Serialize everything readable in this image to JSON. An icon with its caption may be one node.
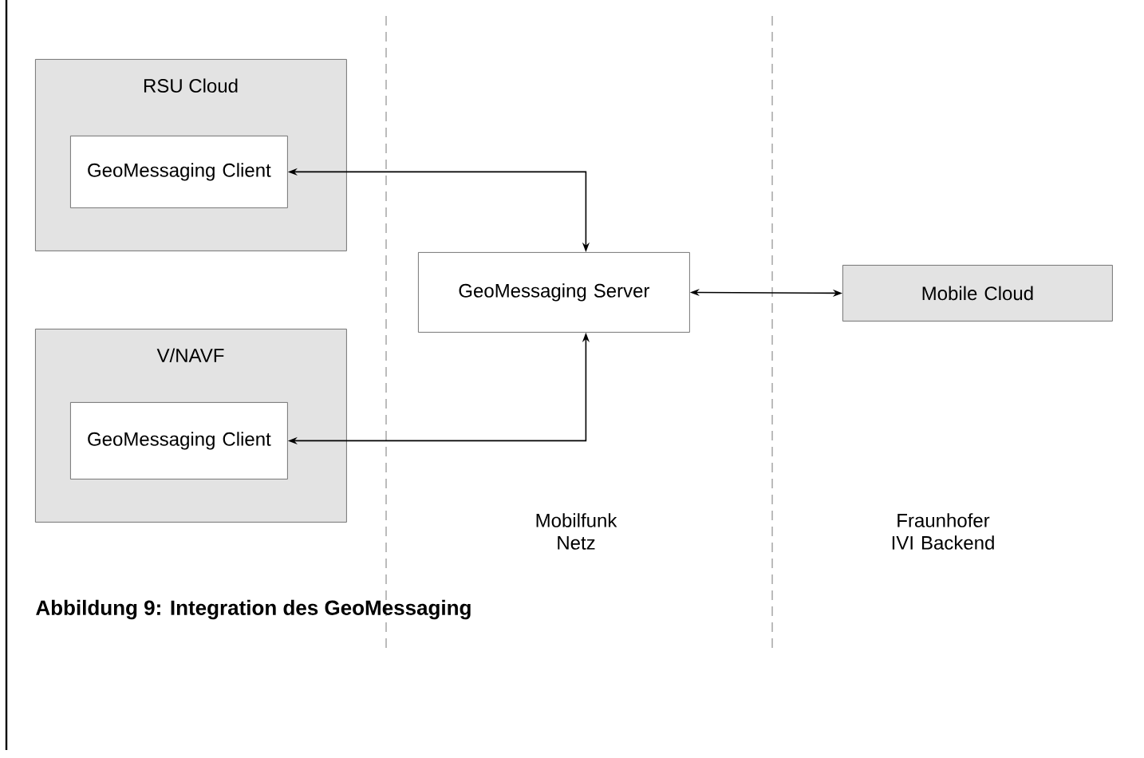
{
  "diagram": {
    "caption": "Abbildung 9: Integration des GeoMessaging",
    "nodes": [
      {
        "text": [
          "RSU Cloud"
        ]
      },
      {
        "text": [
          "GeoMessaging Client"
        ],
        "in": 0
      },
      {
        "text": [
          "V/NAVF"
        ]
      },
      {
        "text": [
          "GeoMessaging Client"
        ],
        "in": 2
      },
      {
        "text": [
          "GeoMessaging Server"
        ]
      },
      {
        "text": [
          "Mobile Cloud"
        ]
      }
    ],
    "edges": [
      {
        "from": 1,
        "to": 4,
        "arrow": "both"
      },
      {
        "from": 3,
        "to": 4,
        "arrow": "both"
      },
      {
        "from": 4,
        "to": 5,
        "arrow": "both"
      }
    ],
    "labels": [
      "Mobilfunk Netz",
      "Fraunhofer IVI Backend"
    ]
  }
}
